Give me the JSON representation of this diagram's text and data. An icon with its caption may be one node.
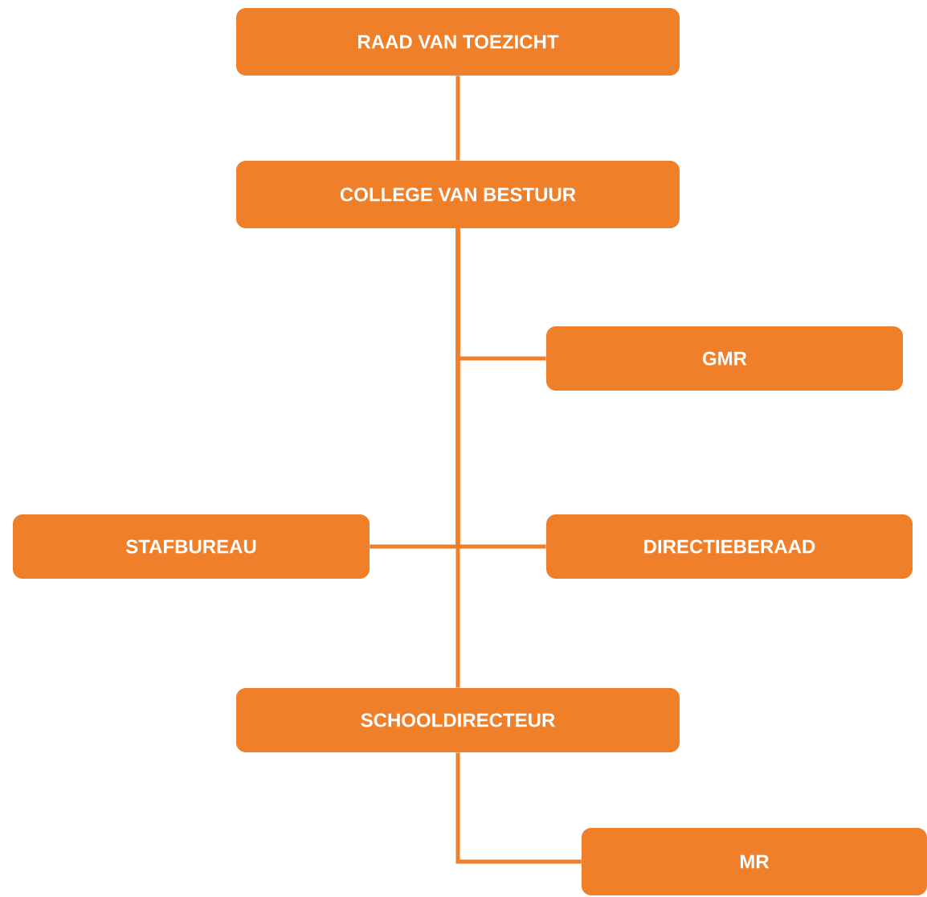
{
  "diagram": {
    "nodes": [
      {
        "text": [
          "RAAD VAN TOEZICHT"
        ]
      },
      {
        "text": [
          "COLLEGE VAN BESTUUR"
        ]
      },
      {
        "text": [
          "GMR"
        ]
      },
      {
        "text": [
          "STAFBUREAU"
        ]
      },
      {
        "text": [
          "DIRECTIEBERAAD"
        ]
      },
      {
        "text": [
          "SCHOOLDIRECTEUR"
        ]
      },
      {
        "text": [
          "MR"
        ]
      }
    ],
    "edges": [
      {
        "from": 0,
        "to": 1,
        "arrow": "none"
      },
      {
        "from": 1,
        "to": 2,
        "arrow": "none"
      },
      {
        "from": 1,
        "to": 3,
        "arrow": "none"
      },
      {
        "from": 1,
        "to": 4,
        "arrow": "none"
      },
      {
        "from": 1,
        "to": 5,
        "arrow": "none"
      },
      {
        "from": 5,
        "to": 6,
        "arrow": "none"
      }
    ]
  }
}
